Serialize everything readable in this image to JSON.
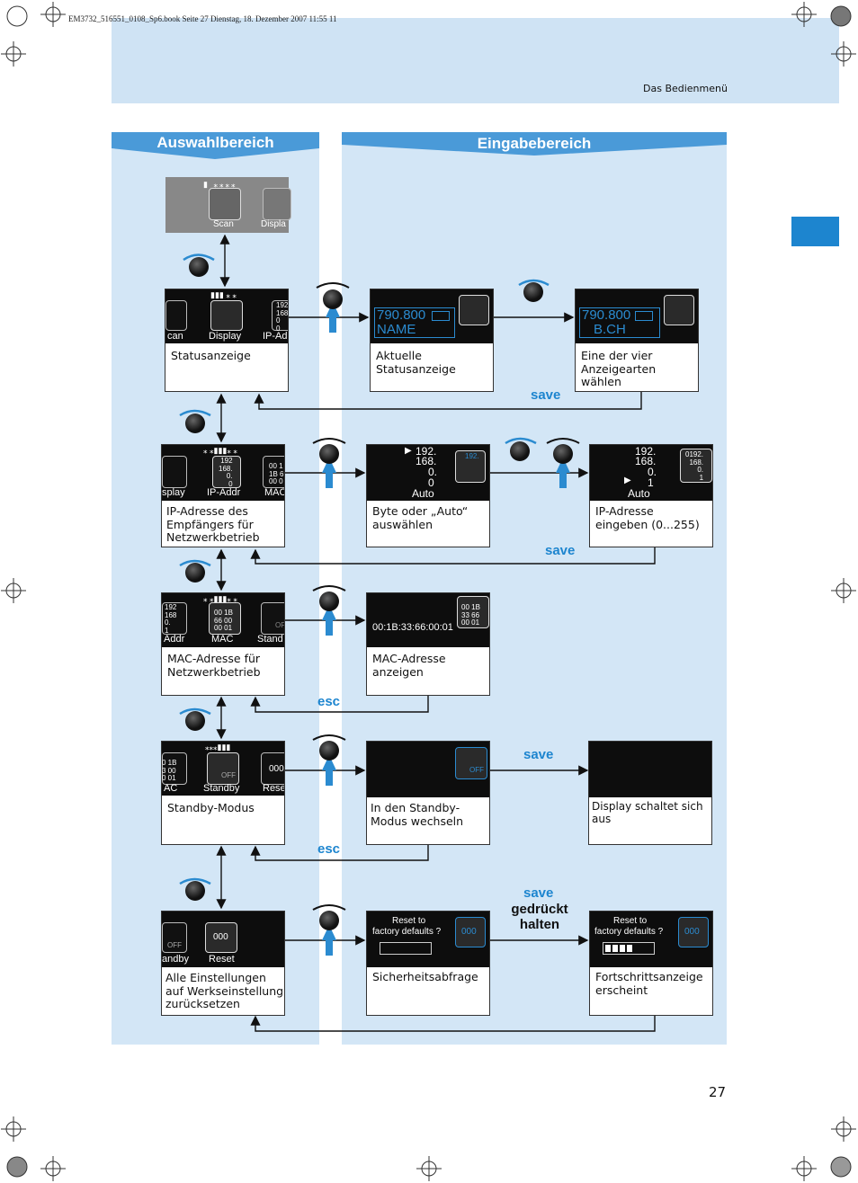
{
  "header": {
    "file_line": "EM3732_516551_0108_Sp6.book  Seite 27  Dienstag, 18. Dezember 2007  11:55 11",
    "section": "Das Bedienmenü"
  },
  "page_number": "27",
  "columns": {
    "left_title": "Auswahlbereich",
    "right_title": "Eingabebereich"
  },
  "keys": {
    "save": "save",
    "esc": "esc",
    "hold_line1": "gedrückt",
    "hold_line2": "halten"
  },
  "top_screen": {
    "item1": "Scan",
    "item2": "Displa"
  },
  "row1": {
    "screen_items": [
      "can",
      "Display",
      "IP-Ad"
    ],
    "screen_ip": "192\n168\n0\n0",
    "left_caption": "Statusanzeige",
    "mid_freq": "790.800",
    "mid_name": "NAME",
    "mid_caption": "Aktuelle Statusanzeige",
    "right_freq": "790.800",
    "right_name": "B.CH",
    "right_caption": "Eine der vier Anzeigearten wählen"
  },
  "row2": {
    "screen_items": [
      "splay",
      "IP-Addr",
      "MAC"
    ],
    "screen_ip": "192\n168.\n0.\n0",
    "screen_mac": "00 1\n1B 6\n00 0",
    "left_caption": "IP-Adresse des Empfängers für Netzwerkbetrieb",
    "mid_lines": [
      "192.",
      "168.",
      "0.",
      "0",
      "Auto"
    ],
    "mid_icon": "192.",
    "mid_caption": "Byte oder „Auto“ auswählen",
    "right_lines": [
      "192.",
      "168.",
      "0.",
      "1",
      "Auto"
    ],
    "right_icon": "0192.\n168.\n0.\n1",
    "right_caption": "IP-Adresse eingeben (0...255)"
  },
  "row3": {
    "screen_items": [
      "Addr",
      "MAC",
      "Stand"
    ],
    "screen_ip": "192\n168\n0.\n1",
    "screen_mac": "00 1B\n66 00\n00 01",
    "screen_off": "OF",
    "left_caption": "MAC-Adresse für Netzwerkbetrieb",
    "mid_mac": "00:1B:33:66:00:01",
    "mid_icon": "00 1B\n33 66\n00 01",
    "mid_caption": "MAC-Adresse anzeigen"
  },
  "row4": {
    "screen_items": [
      "AC",
      "Standby",
      "Rese"
    ],
    "screen_mac": "0 1B\n3 00\n0 01",
    "screen_off": "OFF",
    "screen_reset": "000",
    "left_caption": "Standby-Modus",
    "mid_off": "OFF",
    "mid_caption": "In den Standby-Modus wechseln",
    "right_caption": "Display schaltet sich aus"
  },
  "row5": {
    "screen_items": [
      "andby",
      "Reset"
    ],
    "screen_off": "OFF",
    "screen_reset": "000",
    "left_caption": "Alle Einstellungen auf Werkseinstellung zurücksetzen",
    "mid_prompt1": "Reset to",
    "mid_prompt2": "factory defaults ?",
    "mid_code": "000",
    "mid_caption": "Sicherheitsabfrage",
    "right_prompt1": "Reset to",
    "right_prompt2": "factory defaults ?",
    "right_code": "000",
    "right_caption": "Fortschrittsanzeige erscheint"
  }
}
